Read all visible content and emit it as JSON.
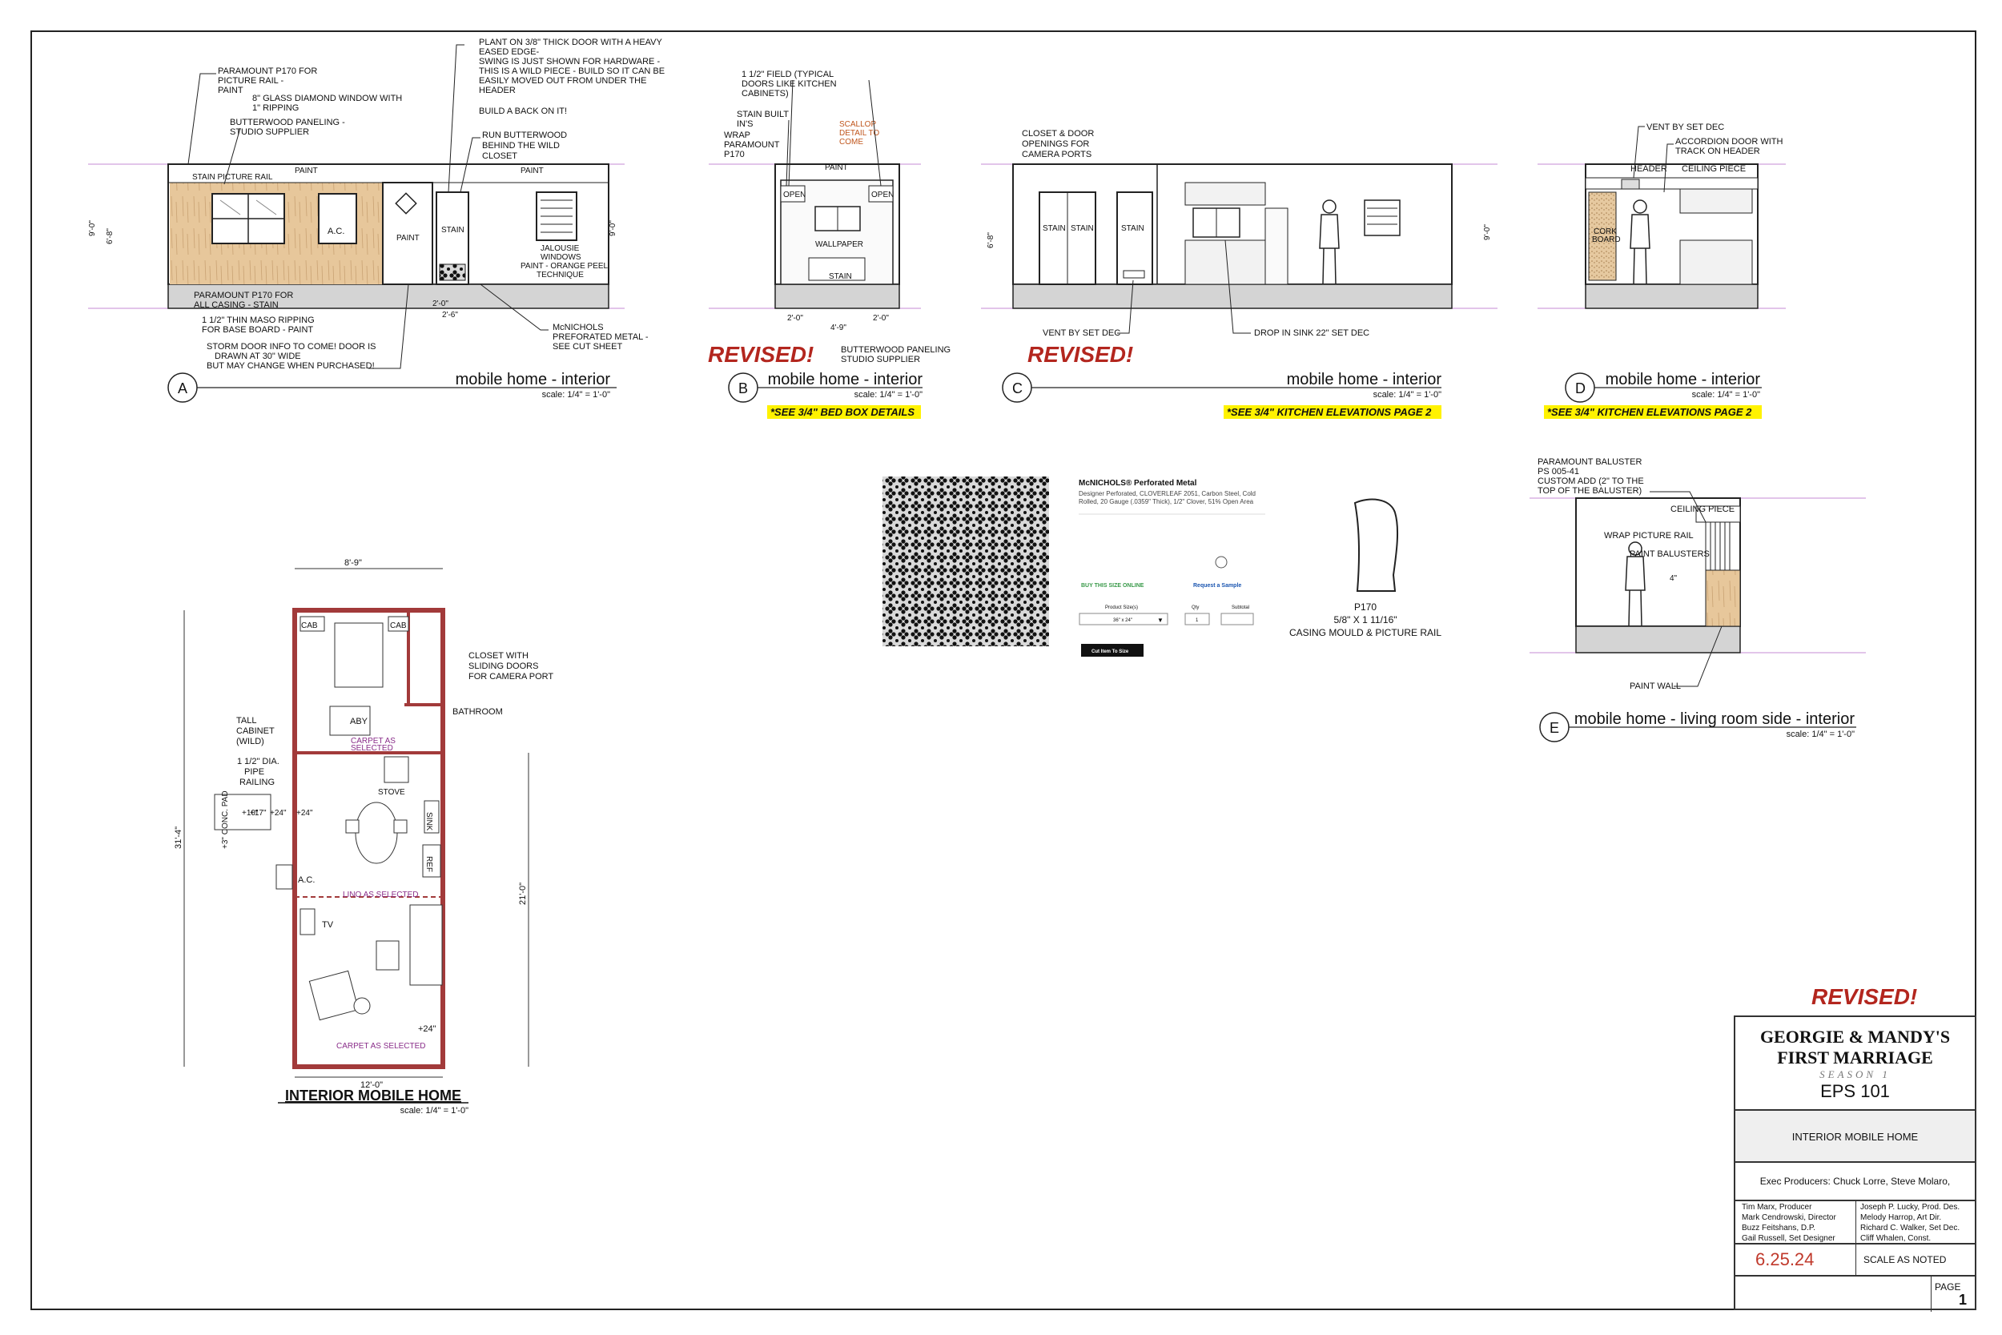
{
  "sheet": {
    "revised_label": "REVISED!",
    "elevations": [
      {
        "key": "A",
        "title": "mobile home - interior",
        "scale": "scale:  1/4\" = 1'-0\""
      },
      {
        "key": "B",
        "title": "mobile home - interior",
        "scale": "scale:  1/4\" = 1'-0\"",
        "note": "*SEE 3/4\" BED BOX DETAILS"
      },
      {
        "key": "C",
        "title": "mobile home - interior",
        "scale": "scale:  1/4\" = 1'-0\"",
        "note": "*SEE 3/4\" KITCHEN ELEVATIONS PAGE 2"
      },
      {
        "key": "D",
        "title": "mobile home - interior",
        "scale": "scale:  1/4\" = 1'-0\"",
        "note": "*SEE 3/4\" KITCHEN ELEVATIONS PAGE 2"
      },
      {
        "key": "E",
        "title": "mobile home - living room side - interior",
        "scale": "scale:  1/4\" = 1'-0\""
      }
    ],
    "plan": {
      "title": "INTERIOR MOBILE HOME",
      "scale": "scale:  1/4\" = 1'-0\""
    }
  },
  "notes_a": {
    "p170_rail": "PARAMOUNT P170 FOR\nPICTURE RAIL -\nPAINT",
    "diamond": "8\" GLASS DIAMOND WINDOW WITH\n1\" RIPPING",
    "butterwood": "BUTTERWOOD PANELING -\nSTUDIO SUPPLIER",
    "plant": "PLANT ON 3/8\" THICK DOOR WITH A HEAVY\nEASED EDGE-\nSWING IS JUST SHOWN FOR HARDWARE -\nTHIS IS A WILD PIECE - BUILD SO IT CAN BE\nEASILY MOVED OUT FROM UNDER THE\nHEADER",
    "build_back": "BUILD A BACK ON IT!",
    "run_butter": "RUN BUTTERWOOD\nBEHIND THE WILD\nCLOSET",
    "stain_rail": "STAIN PICTURE RAIL",
    "paint": "PAINT",
    "paint2": "PAINT",
    "ac": "A.C.",
    "paint_door": "PAINT",
    "stain": "STAIN",
    "jalousie": "JALOUSIE\nWINDOWS\nPAINT - ORANGE PEEL\nTECHNIQUE",
    "casing": "PARAMOUNT P170 FOR\nALL CASING - STAIN",
    "maso": "1 1/2\" THIN MASO RIPPING\nFOR BASE BOARD - PAINT",
    "storm": "STORM DOOR INFO TO COME! DOOR IS\nDRAWN AT 30\" WIDE\nBUT MAY CHANGE WHEN PURCHASED!",
    "mcnichols": "McNICHOLS\nPREFORATED METAL -\nSEE CUT SHEET"
  },
  "notes_b": {
    "field": "1 1/2\" FIELD (TYPICAL\nDOORS LIKE KITCHEN\nCABINETS)",
    "stain_built": "STAIN BUILT\nIN'S",
    "wrap": "WRAP\nPARAMOUNT\nP170",
    "scallop": "SCALLOP\nDETAIL TO\nCOME",
    "paint": "PAINT",
    "open1": "OPEN",
    "open2": "OPEN",
    "wallpaper": "WALLPAPER",
    "stain": "STAIN",
    "butter": "BUTTERWOOD PANELING\nSTUDIO SUPPLIER"
  },
  "notes_c": {
    "closet": "CLOSET & DOOR\nOPENINGS FOR\nCAMERA PORTS",
    "stain1": "STAIN",
    "stain2": "STAIN",
    "stain3": "STAIN",
    "vent": "VENT BY SET DEC",
    "sink": "DROP IN SINK 22\" SET DEC"
  },
  "notes_d": {
    "vent": "VENT BY SET DEC",
    "accordion": "ACCORDION DOOR WITH\nTRACK ON HEADER",
    "header": "HEADER",
    "ceiling": "CEILING PIECE",
    "cork": "CORK\nBOARD"
  },
  "notes_e": {
    "baluster": "PARAMOUNT BALUSTER\nPS 005-41\nCUSTOM ADD (2\" TO THE\nTOP OF THE BALUSTER)",
    "ceiling": "CEILING PIECE",
    "wrap": "WRAP PICTURE RAIL",
    "paint_bal": "PAINT BALUSTERS",
    "paint_wall": "PAINT WALL",
    "four": "4\""
  },
  "plan_notes": {
    "closet": "CLOSET WITH\nSLIDING DOORS\nFOR CAMERA PORT",
    "bathroom": "BATHROOM",
    "tall": "TALL\nCABINET\n(WILD)",
    "pipe": "1 1/2\" DIA.\nPIPE\nRAILING",
    "conc": "+3\" CONC. PAD",
    "ac": "A.C.",
    "lino": "LINO AS SELECTED",
    "carpet": "CARPET AS SELECTED",
    "carpet2": "CARPET AS\nSELECTED",
    "tv": "TV",
    "stove": "STOVE",
    "ref": "REF",
    "sink": "SINK",
    "cab1": "CAB",
    "cab2": "CAB",
    "aby": "ABY",
    "plus24a": "+24\"",
    "plus24b": "+24\"",
    "plus10": "+10\"",
    "plus17": "+17\"",
    "plus24c": "+24\"",
    "width_total": "8'-9\"",
    "width_bottom": "12'-0\"",
    "len_total": "31'-4\"",
    "len_right": "21'-0\""
  },
  "cut_sheet": {
    "brand": "McNICHOLS® Perforated Metal",
    "desc": "Designer Perforated, CLOVERLEAF 2051, Carbon Steel, Cold\nRolled, 20 Gauge (.0359\" Thick), 1/2\" Clover, 51% Open Area",
    "buy": "BUY THIS SIZE ONLINE",
    "sample": "Request a Sample",
    "cut": "Cut Item To Size",
    "size_label": "Product Size(s)",
    "qty_label": "Qty",
    "subtotal_label": "Subtotal",
    "size_value": "36\" x 24\"",
    "qty_value": "1"
  },
  "molding": {
    "name": "P170",
    "size": "5/8\" X 1 11/16\"",
    "desc": "CASING MOULD & PICTURE RAIL"
  },
  "title_block": {
    "show_line1": "GEORGIE & MANDY'S",
    "show_line2": "FIRST MARRIAGE",
    "season": "SEASON 1",
    "episode": "EPS  101",
    "sheet_name": "INTERIOR MOBILE HOME",
    "exec": "Exec Producers:  Chuck Lorre, Steve Molaro,",
    "crew_left": [
      "Tim Marx, Producer",
      "Mark Cendrowski, Director",
      "Buzz Feitshans, D.P.",
      "Gail Russell, Set Designer"
    ],
    "crew_right": [
      "Joseph P. Lucky, Prod. Des.",
      "Melody Harrop, Art Dir.",
      "Richard C. Walker, Set Dec.",
      "Cliff Whalen, Const."
    ],
    "date": "6.25.24",
    "scale": "SCALE AS NOTED",
    "page_label": "PAGE",
    "page_num": "1"
  },
  "colors": {
    "paneling": "#e7c79b",
    "revised": "#b3261e",
    "highlight": "#fff200",
    "wall": "#a23a3a",
    "plan_purple": "#8a2e8a"
  }
}
